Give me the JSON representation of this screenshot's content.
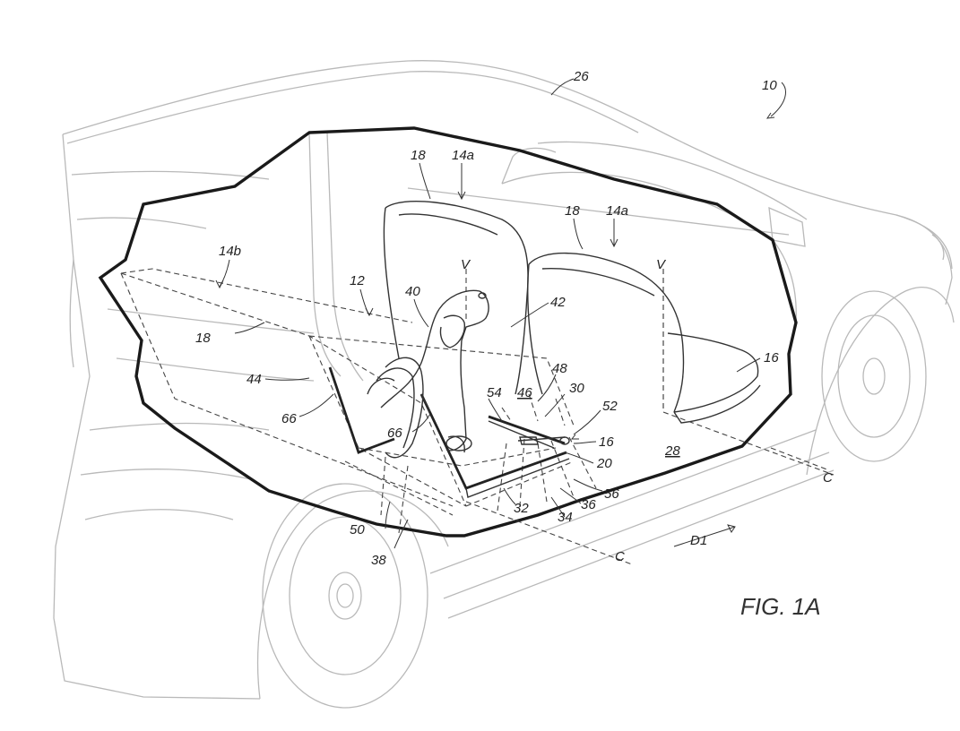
{
  "figure_title": "FIG. 1A",
  "labels": {
    "vehicle": "10",
    "pet_system": "12",
    "front_seats_a": "14a",
    "front_seats_b": "14a",
    "rear_seats": "14b",
    "seat_left": "18",
    "seat_right": "18",
    "seat_rear": "18",
    "floor_right": "16",
    "floor_mid": "16",
    "body": "26",
    "cabin_floor": "28",
    "rail_30": "30",
    "rail_32": "32",
    "rail_34": "34",
    "rail_36": "36",
    "rail_38": "38",
    "pet": "40",
    "seatback": "42",
    "wall_44": "44",
    "base_46": "46",
    "item_48": "48",
    "item_50": "50",
    "actuator_52": "52",
    "item_54": "54",
    "item_56": "56",
    "panel_left": "66",
    "panel_mid": "66",
    "item_20": "20",
    "axis_v_left": "V",
    "axis_v_right": "V",
    "axis_c_right": "C",
    "axis_c_bottom": "C",
    "direction": "D1"
  }
}
